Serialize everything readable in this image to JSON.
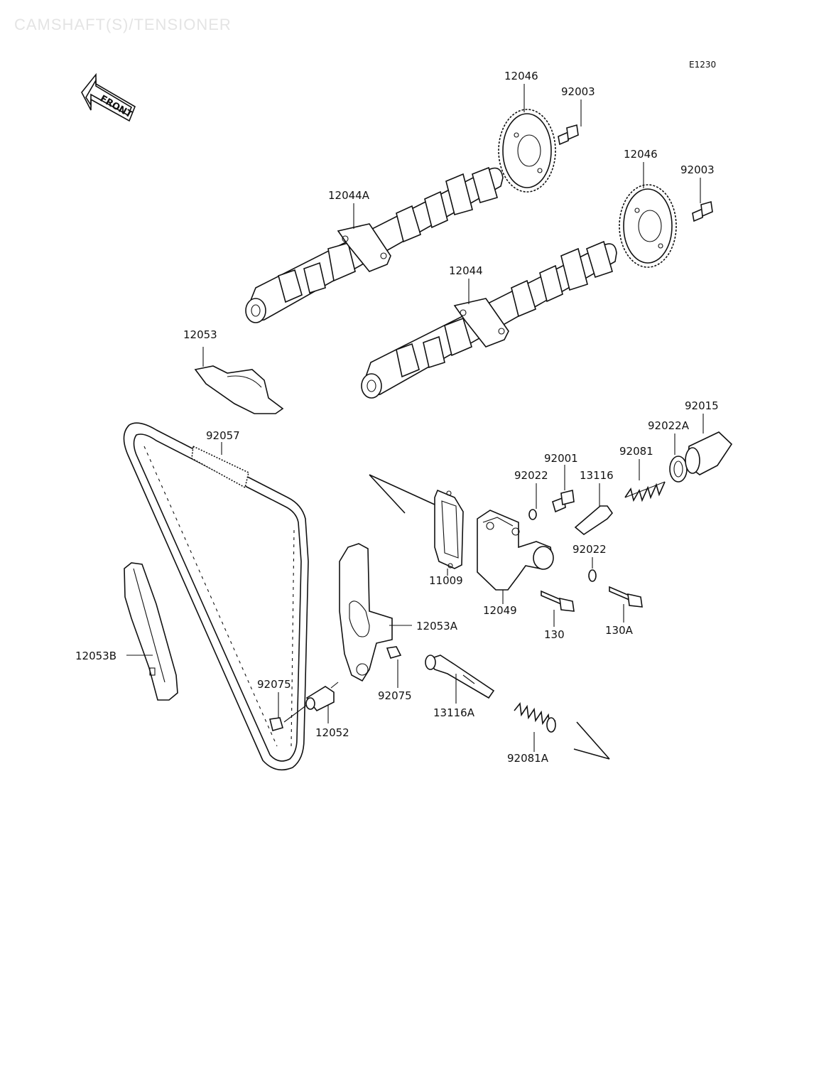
{
  "title": "CAMSHAFT(S)/TENSIONER",
  "diagram_code": "E1230",
  "front_label": "FRONT",
  "parts": {
    "p12046_a": "12046",
    "p92003_a": "92003",
    "p12046_b": "12046",
    "p92003_b": "92003",
    "p12044A": "12044A",
    "p12044": "12044",
    "p12053": "12053",
    "p92057": "92057",
    "p92015": "92015",
    "p92022A": "92022A",
    "p92081": "92081",
    "p92001": "92001",
    "p92022_a": "92022",
    "p13116": "13116",
    "p92022_b": "92022",
    "p11009": "11009",
    "p12049": "12049",
    "p12053A": "12053A",
    "p130": "130",
    "p130A": "130A",
    "p12053B": "12053B",
    "p92075_a": "92075",
    "p92075_b": "92075",
    "p12052": "12052",
    "p13116A": "13116A",
    "p92081A": "92081A"
  }
}
